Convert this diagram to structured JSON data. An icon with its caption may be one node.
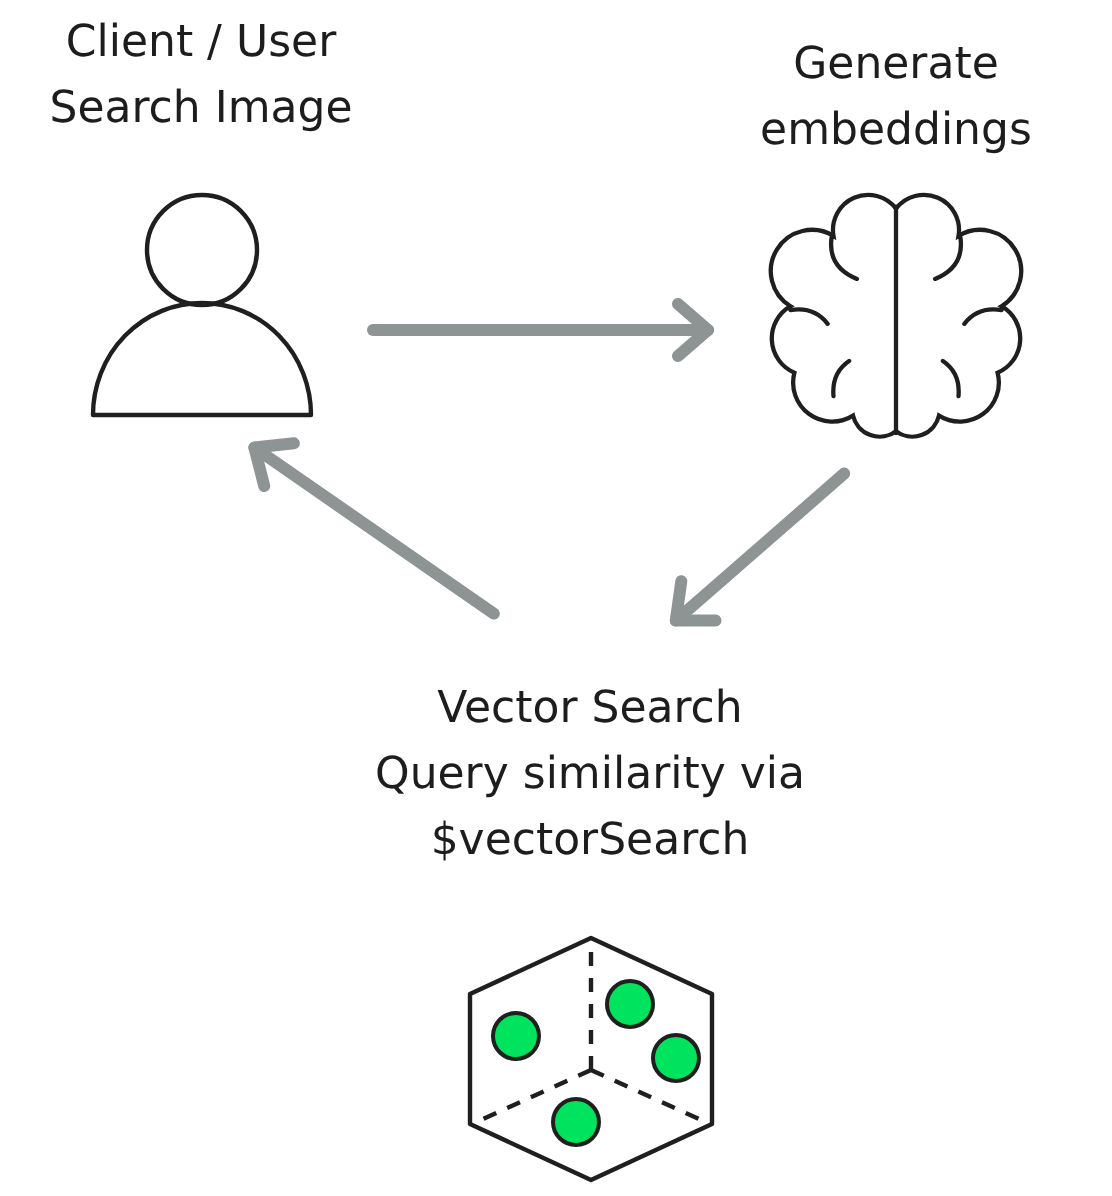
{
  "diagram": {
    "nodes": [
      {
        "text": [
          "Client / User",
          "Search Image"
        ]
      },
      {
        "text": [
          "Generate embeddings"
        ]
      },
      {
        "text": [
          "Vector Search",
          "Query similarity via $vectorSearch"
        ]
      }
    ],
    "edges": [
      {
        "from": 0,
        "to": 1,
        "arrow": "to"
      },
      {
        "from": 1,
        "to": 2,
        "arrow": "to"
      },
      {
        "from": 2,
        "to": 0,
        "arrow": "to"
      }
    ]
  }
}
